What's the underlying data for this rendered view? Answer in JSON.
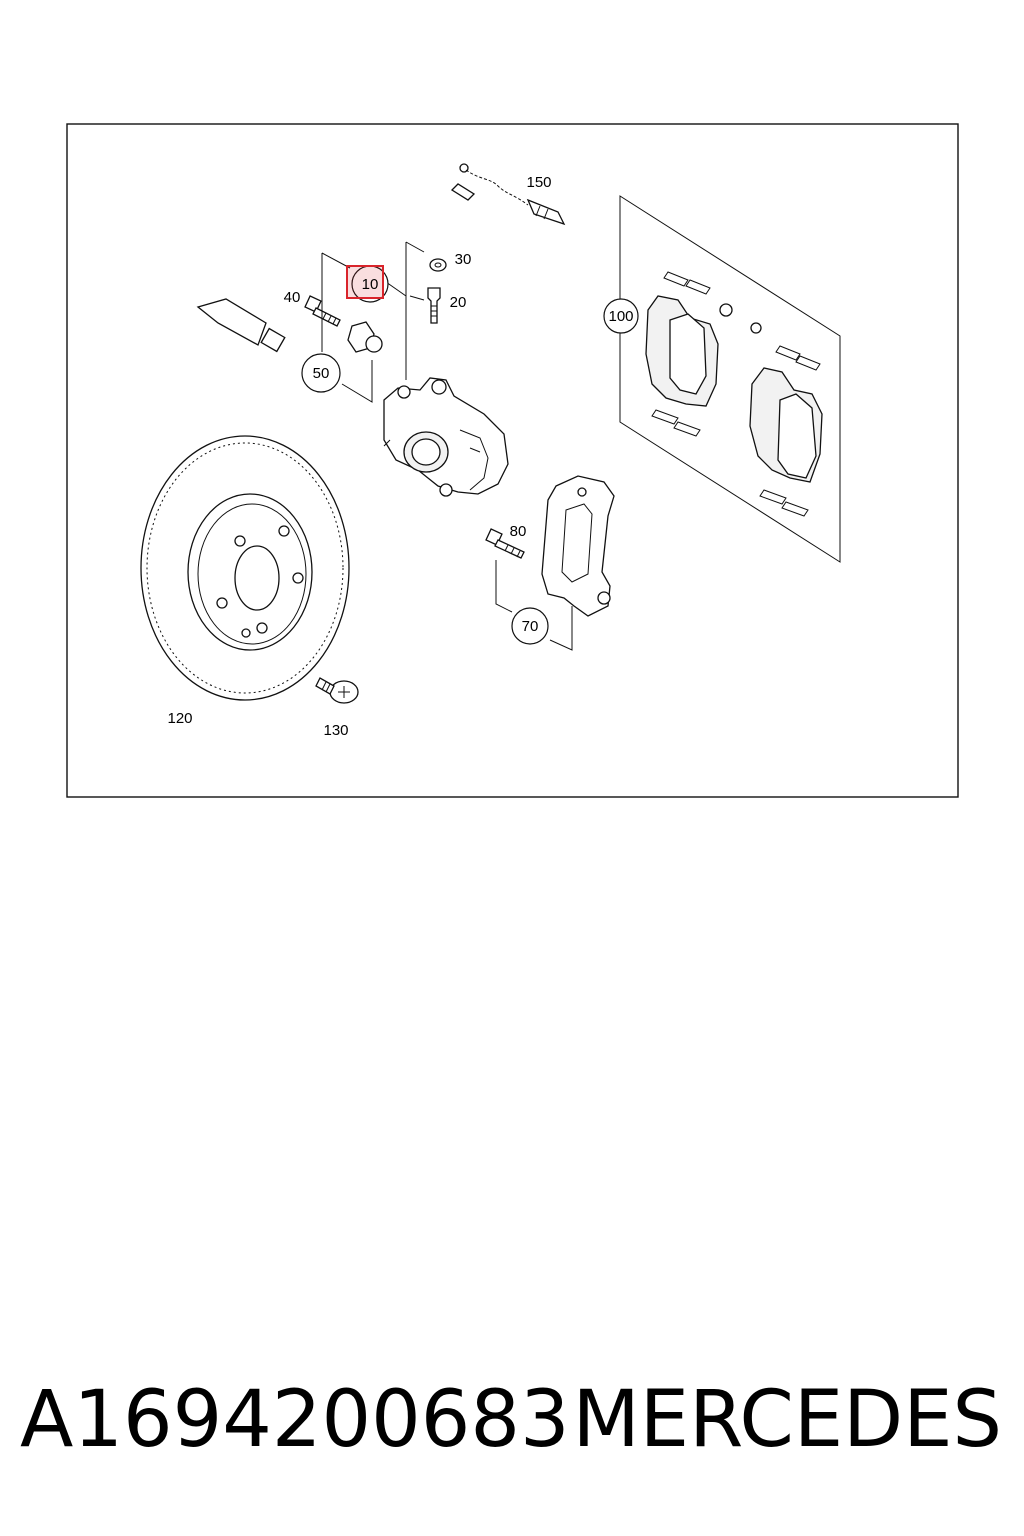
{
  "diagram": {
    "highlight_color": "#d9242b",
    "highlighted_callout": "10",
    "callouts": [
      {
        "id": "c150",
        "label": "150"
      },
      {
        "id": "c30",
        "label": "30"
      },
      {
        "id": "c10",
        "label": "10"
      },
      {
        "id": "c40",
        "label": "40"
      },
      {
        "id": "c20",
        "label": "20"
      },
      {
        "id": "c100",
        "label": "100"
      },
      {
        "id": "c50",
        "label": "50"
      },
      {
        "id": "c80",
        "label": "80"
      },
      {
        "id": "c70",
        "label": "70"
      },
      {
        "id": "c120",
        "label": "120"
      },
      {
        "id": "c130",
        "label": "130"
      }
    ]
  },
  "caption": {
    "part_number": "A1694200683",
    "brand": "MERCEDES"
  }
}
